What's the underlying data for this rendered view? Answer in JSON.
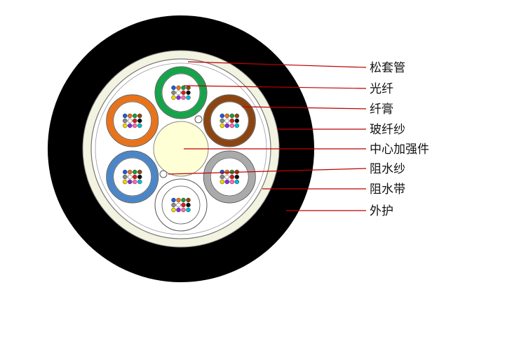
{
  "labels": {
    "loose_tube": "松套管",
    "fiber": "光纤",
    "fiber_gel": "纤膏",
    "glass_yarn": "玻纤纱",
    "central_strength_member": "中心加强件",
    "water_blocking_yarn": "阻水纱",
    "water_blocking_tape": "阻水带",
    "outer_sheath": "外护"
  },
  "colors": {
    "sheath": "#000000",
    "glass_yarn_layer": "#f3f3e2",
    "central_member": "#ffffd6",
    "leader_line": "#c00000",
    "tube_green": "#16a34a",
    "tube_brown": "#8b4513",
    "tube_gray": "#aaaaaa",
    "tube_white": "#ffffff",
    "tube_blue": "#4a86c8",
    "tube_orange": "#e8731a"
  },
  "tubes": [
    {
      "id": "green",
      "color": "#16a34a"
    },
    {
      "id": "brown",
      "color": "#8b4513"
    },
    {
      "id": "gray",
      "color": "#aaaaaa"
    },
    {
      "id": "white",
      "color": "#ffffff"
    },
    {
      "id": "blue",
      "color": "#4a86c8"
    },
    {
      "id": "orange",
      "color": "#e8731a"
    }
  ],
  "fiber_colors": [
    "#1e5bd8",
    "#e8731a",
    "#1a9a3a",
    "#8b4513",
    "#888888",
    "#ffffff",
    "#e01b1b",
    "#111111",
    "#f2d600",
    "#8a2be2",
    "#ff69b4",
    "#00bcd4"
  ]
}
